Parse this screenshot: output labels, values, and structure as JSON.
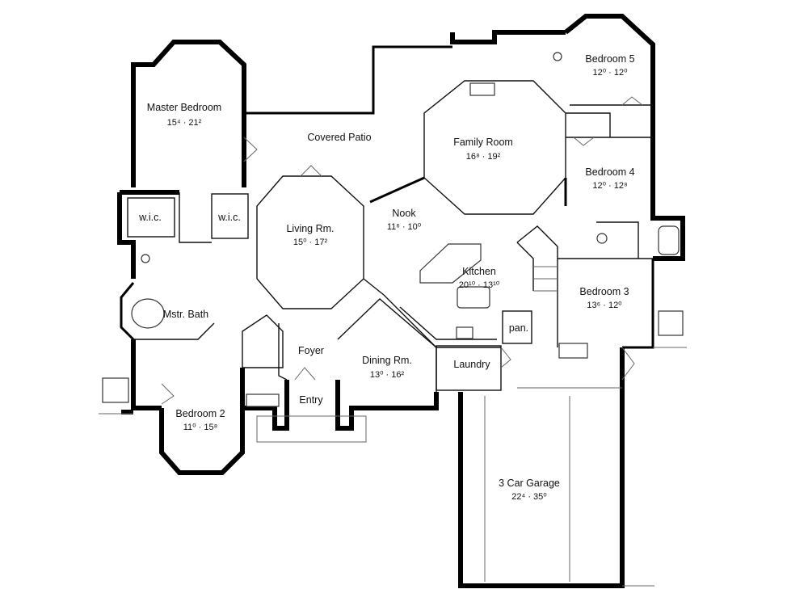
{
  "rooms": [
    {
      "id": "master-bedroom",
      "name": "Master Bedroom",
      "dims": "15⁴ · 21²"
    },
    {
      "id": "covered-patio",
      "name": "Covered Patio",
      "dims": ""
    },
    {
      "id": "family-room",
      "name": "Family Room",
      "dims": "16⁸ · 19²"
    },
    {
      "id": "bedroom-5",
      "name": "Bedroom 5",
      "dims": "12⁰ · 12⁰"
    },
    {
      "id": "bedroom-4",
      "name": "Bedroom 4",
      "dims": "12⁰ · 12⁸"
    },
    {
      "id": "wic-1",
      "name": "w.i.c.",
      "dims": ""
    },
    {
      "id": "wic-2",
      "name": "w.i.c.",
      "dims": ""
    },
    {
      "id": "living-room",
      "name": "Living Rm.",
      "dims": "15⁰ · 17²"
    },
    {
      "id": "nook",
      "name": "Nook",
      "dims": "11⁶ · 10⁰"
    },
    {
      "id": "kitchen",
      "name": "Kitchen",
      "dims": "20¹⁰ · 13¹⁰"
    },
    {
      "id": "bedroom-3",
      "name": "Bedroom 3",
      "dims": "13⁶ · 12⁰"
    },
    {
      "id": "master-bath",
      "name": "Mstr. Bath",
      "dims": ""
    },
    {
      "id": "pantry",
      "name": "pan.",
      "dims": ""
    },
    {
      "id": "foyer",
      "name": "Foyer",
      "dims": ""
    },
    {
      "id": "dining-room",
      "name": "Dining Rm.",
      "dims": "13⁰ · 16²"
    },
    {
      "id": "laundry",
      "name": "Laundry",
      "dims": ""
    },
    {
      "id": "entry",
      "name": "Entry",
      "dims": ""
    },
    {
      "id": "bedroom-2",
      "name": "Bedroom 2",
      "dims": "11⁰ · 15⁸"
    },
    {
      "id": "garage",
      "name": "3 Car Garage",
      "dims": "22⁴ · 35⁰"
    }
  ]
}
